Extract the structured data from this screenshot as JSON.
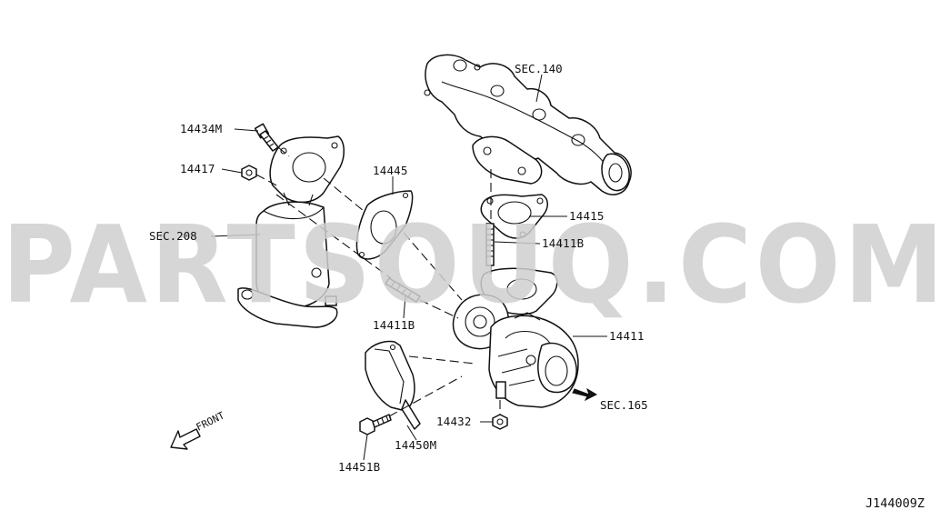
{
  "diagram_code": "J144009Z",
  "watermark": "PARTSOUQ.COM",
  "watermark_color": "#cfcfcf",
  "front_label": "FRONT",
  "callouts": {
    "c14434M": "14434M",
    "c14417": "14417",
    "c14445": "14445",
    "c14415": "14415",
    "c14411B_top": "14411B",
    "c14411B_mid": "14411B",
    "c14411": "14411",
    "c14432": "14432",
    "c14450M": "14450M",
    "c14451B": "14451B"
  },
  "sections": {
    "sec140": "SEC.140",
    "sec208": "SEC.208",
    "sec165": "SEC.165"
  }
}
